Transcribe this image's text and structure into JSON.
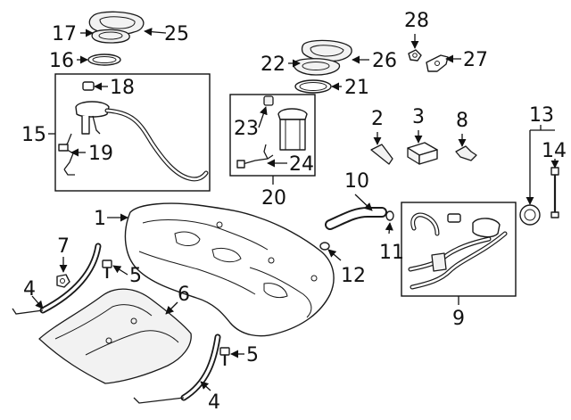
{
  "callouts": {
    "c1": "1",
    "c2": "2",
    "c3": "3",
    "c4a": "4",
    "c4b": "4",
    "c5a": "5",
    "c5b": "5",
    "c6": "6",
    "c7": "7",
    "c8": "8",
    "c9": "9",
    "c10": "10",
    "c11": "11",
    "c12": "12",
    "c13": "13",
    "c14": "14",
    "c15": "15",
    "c16": "16",
    "c17": "17",
    "c18": "18",
    "c19": "19",
    "c20": "20",
    "c21": "21",
    "c22": "22",
    "c23": "23",
    "c24": "24",
    "c25": "25",
    "c26": "26",
    "c27": "27",
    "c28": "28"
  },
  "colors": {
    "line": "#1a1a1a",
    "background": "#ffffff",
    "shade": "#f2f2f2"
  }
}
